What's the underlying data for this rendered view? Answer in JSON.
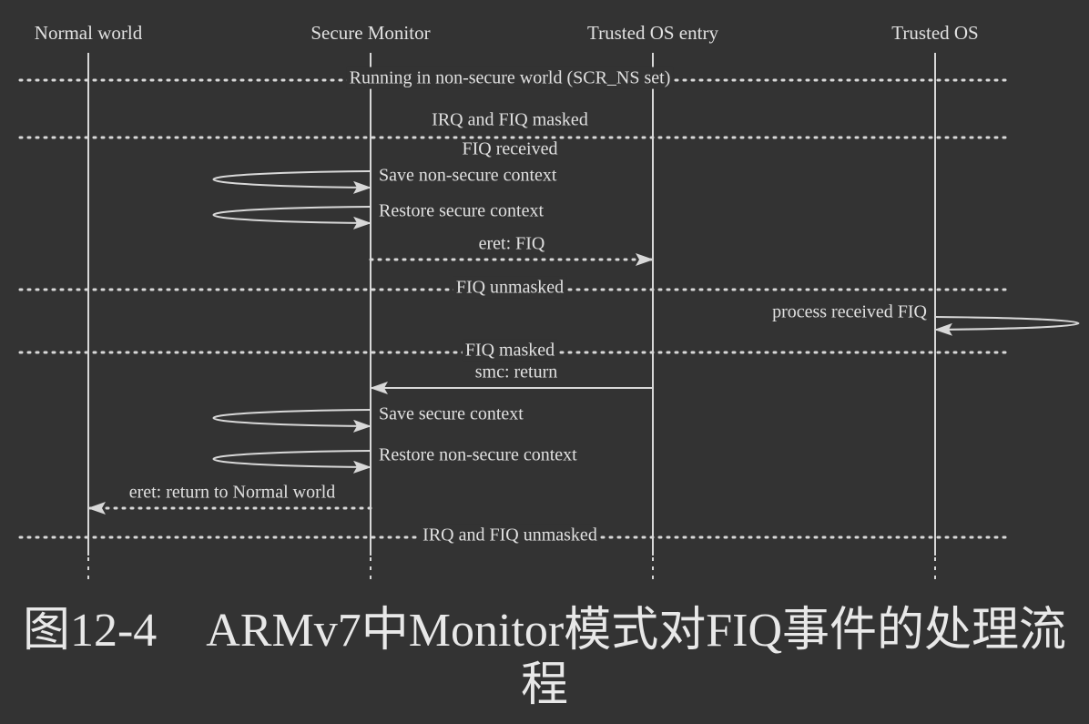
{
  "participants": [
    {
      "id": "normal",
      "label": "Normal world"
    },
    {
      "id": "monitor",
      "label": "Secure Monitor"
    },
    {
      "id": "entry",
      "label": "Trusted OS entry"
    },
    {
      "id": "tos",
      "label": "Trusted OS"
    }
  ],
  "steps": [
    {
      "kind": "separator",
      "label": "Running in non-secure world (SCR_NS set)"
    },
    {
      "kind": "separator",
      "label": "IRQ and FIQ masked",
      "label_above": true
    },
    {
      "kind": "note",
      "label": "FIQ received"
    },
    {
      "kind": "self",
      "on": "monitor",
      "label": "Save non-secure context"
    },
    {
      "kind": "self",
      "on": "monitor",
      "label": "Restore secure context"
    },
    {
      "kind": "message",
      "from": "monitor",
      "to": "entry",
      "style": "dotted",
      "label": "eret: FIQ"
    },
    {
      "kind": "separator",
      "label": "FIQ unmasked"
    },
    {
      "kind": "self-right",
      "on": "tos",
      "label": "process received FIQ"
    },
    {
      "kind": "separator",
      "label": "FIQ masked"
    },
    {
      "kind": "message",
      "from": "entry",
      "to": "monitor",
      "style": "solid",
      "label": "smc: return"
    },
    {
      "kind": "self",
      "on": "monitor",
      "label": "Save secure context"
    },
    {
      "kind": "self",
      "on": "monitor",
      "label": "Restore non-secure context"
    },
    {
      "kind": "message",
      "from": "monitor",
      "to": "normal",
      "style": "dotted",
      "label": "eret: return to Normal world"
    },
    {
      "kind": "separator",
      "label": "IRQ and FIQ unmasked"
    }
  ],
  "caption": {
    "number": "图12-4",
    "title": "ARMv7中Monitor模式对FIQ事件的处理流程"
  },
  "colors": {
    "background": "#333333",
    "foreground": "#d8d8d8"
  }
}
